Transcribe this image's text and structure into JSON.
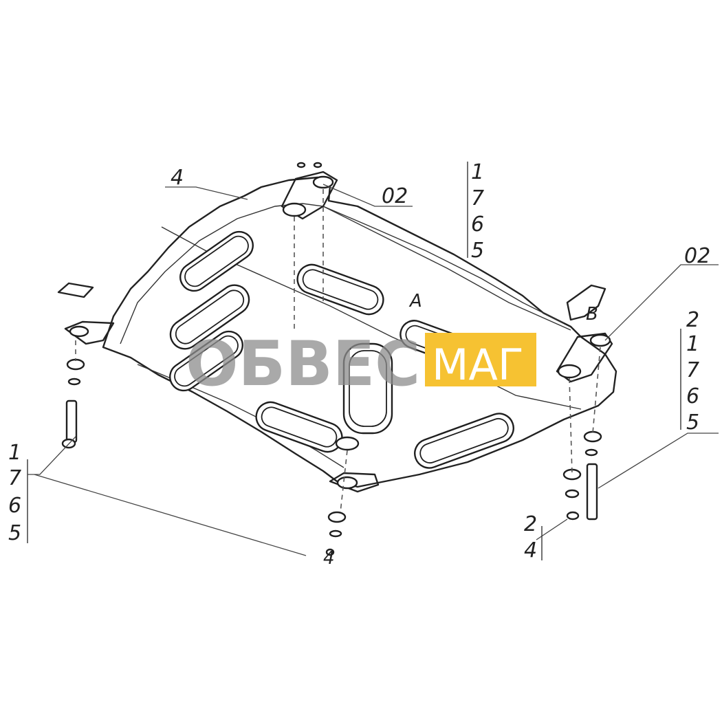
{
  "drawing": {
    "title": "",
    "part_letters": {
      "a": "A",
      "b": "B"
    },
    "callouts": {
      "top_left_box": "4",
      "top_right_02": "02",
      "right_02": "02",
      "stack_top": [
        "1",
        "7",
        "6",
        "5"
      ],
      "stack_right": [
        "2",
        "1",
        "7",
        "6",
        "5"
      ],
      "stack_left": [
        "1",
        "7",
        "6",
        "5"
      ],
      "bottom_right": [
        "2",
        "4"
      ],
      "bottom_center": "4"
    }
  },
  "watermark": {
    "text_left": "ОБВЕС",
    "text_right": "МАГ",
    "accent_color": "#f6c232",
    "text_color": "#8d8d8d"
  },
  "colors": {
    "line": "#222222",
    "background": "#ffffff"
  }
}
